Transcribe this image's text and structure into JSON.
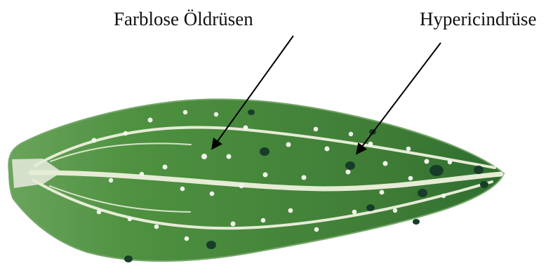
{
  "labels": {
    "colorless_glands": "Farblose Öldrüsen",
    "hypericin_gland": "Hypericindrüse"
  },
  "colors": {
    "leaf_fill": "#4f8f3f",
    "leaf_dark": "#2f6b2f",
    "vein": "#e6ecd6",
    "colorless_gland": "#f0f5ea",
    "hypericin_gland": "#173d2a",
    "arrow": "#000000"
  },
  "icons": {
    "leaf": "leaf-illustration",
    "arrow": "arrow-pointer"
  }
}
